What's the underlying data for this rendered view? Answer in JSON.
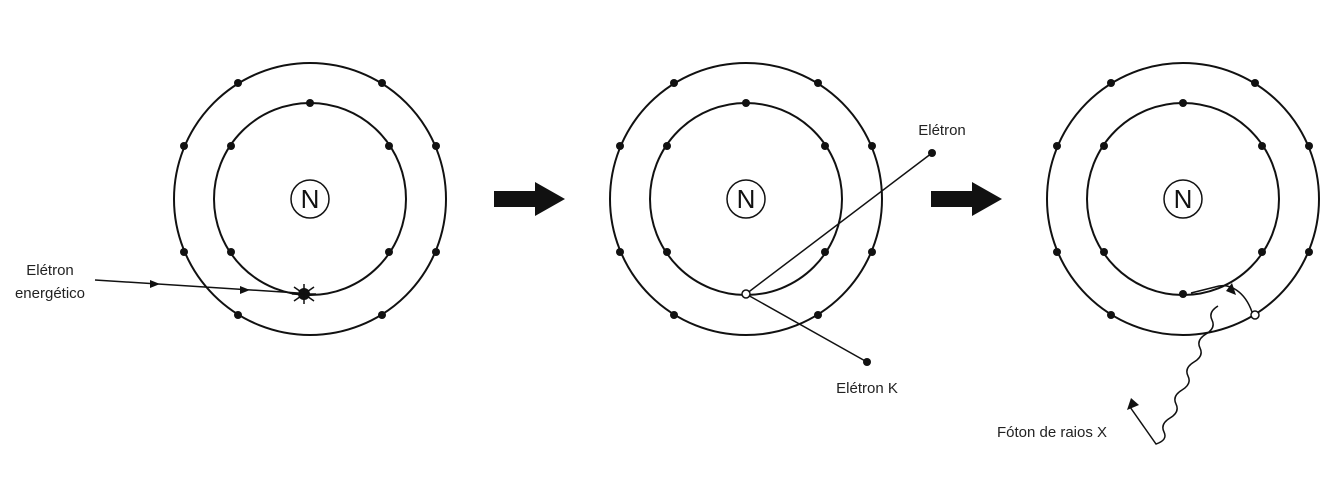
{
  "nucleus_label": "N",
  "labels": {
    "incoming_electron_line1": "Elétron",
    "incoming_electron_line2": "energético",
    "ejected_electron": "Elétron",
    "k_electron": "Elétron K",
    "xray_photon": "Fóton de raios X"
  },
  "panels": [
    {
      "name": "panel-collision"
    },
    {
      "name": "panel-ionization"
    },
    {
      "name": "panel-emission"
    }
  ],
  "colors": {
    "ink": "#111111",
    "background": "#ffffff"
  }
}
